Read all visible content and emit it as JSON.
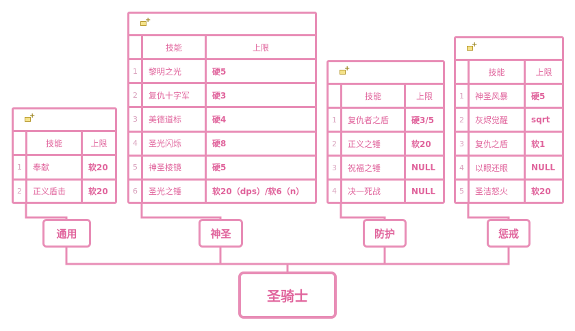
{
  "root": "圣骑士",
  "branches": [
    {
      "label": "通用",
      "header": [
        "技能",
        "上限"
      ],
      "rows": [
        {
          "index": "1",
          "skill": "奉献",
          "limit": "软20"
        },
        {
          "index": "2",
          "skill": "正义盾击",
          "limit": "软20"
        }
      ]
    },
    {
      "label": "神圣",
      "header": [
        "技能",
        "上限"
      ],
      "rows": [
        {
          "index": "1",
          "skill": "黎明之光",
          "limit": "硬5"
        },
        {
          "index": "2",
          "skill": "复仇十字军",
          "limit": "硬3"
        },
        {
          "index": "3",
          "skill": "美德道标",
          "limit": "硬4"
        },
        {
          "index": "4",
          "skill": "圣光闪烁",
          "limit": "硬8"
        },
        {
          "index": "5",
          "skill": "神圣棱镜",
          "limit": "硬5"
        },
        {
          "index": "6",
          "skill": "圣光之锤",
          "limit": "软20（dps）/软6（n）"
        }
      ]
    },
    {
      "label": "防护",
      "header": [
        "技能",
        "上限"
      ],
      "rows": [
        {
          "index": "1",
          "skill": "复仇者之盾",
          "limit": "硬3/5"
        },
        {
          "index": "2",
          "skill": "正义之锤",
          "limit": "软20"
        },
        {
          "index": "3",
          "skill": "祝福之锤",
          "limit": "NULL"
        },
        {
          "index": "4",
          "skill": "决一死战",
          "limit": "NULL"
        }
      ]
    },
    {
      "label": "惩戒",
      "header": [
        "技能",
        "上限"
      ],
      "rows": [
        {
          "index": "1",
          "skill": "神圣风暴",
          "limit": "硬5"
        },
        {
          "index": "2",
          "skill": "灰烬觉醒",
          "limit": "sqrt"
        },
        {
          "index": "3",
          "skill": "复仇之盾",
          "limit": "软1"
        },
        {
          "index": "4",
          "skill": "以眼还眼",
          "limit": "NULL"
        },
        {
          "index": "5",
          "skill": "圣洁怒火",
          "limit": "软20"
        }
      ]
    }
  ]
}
